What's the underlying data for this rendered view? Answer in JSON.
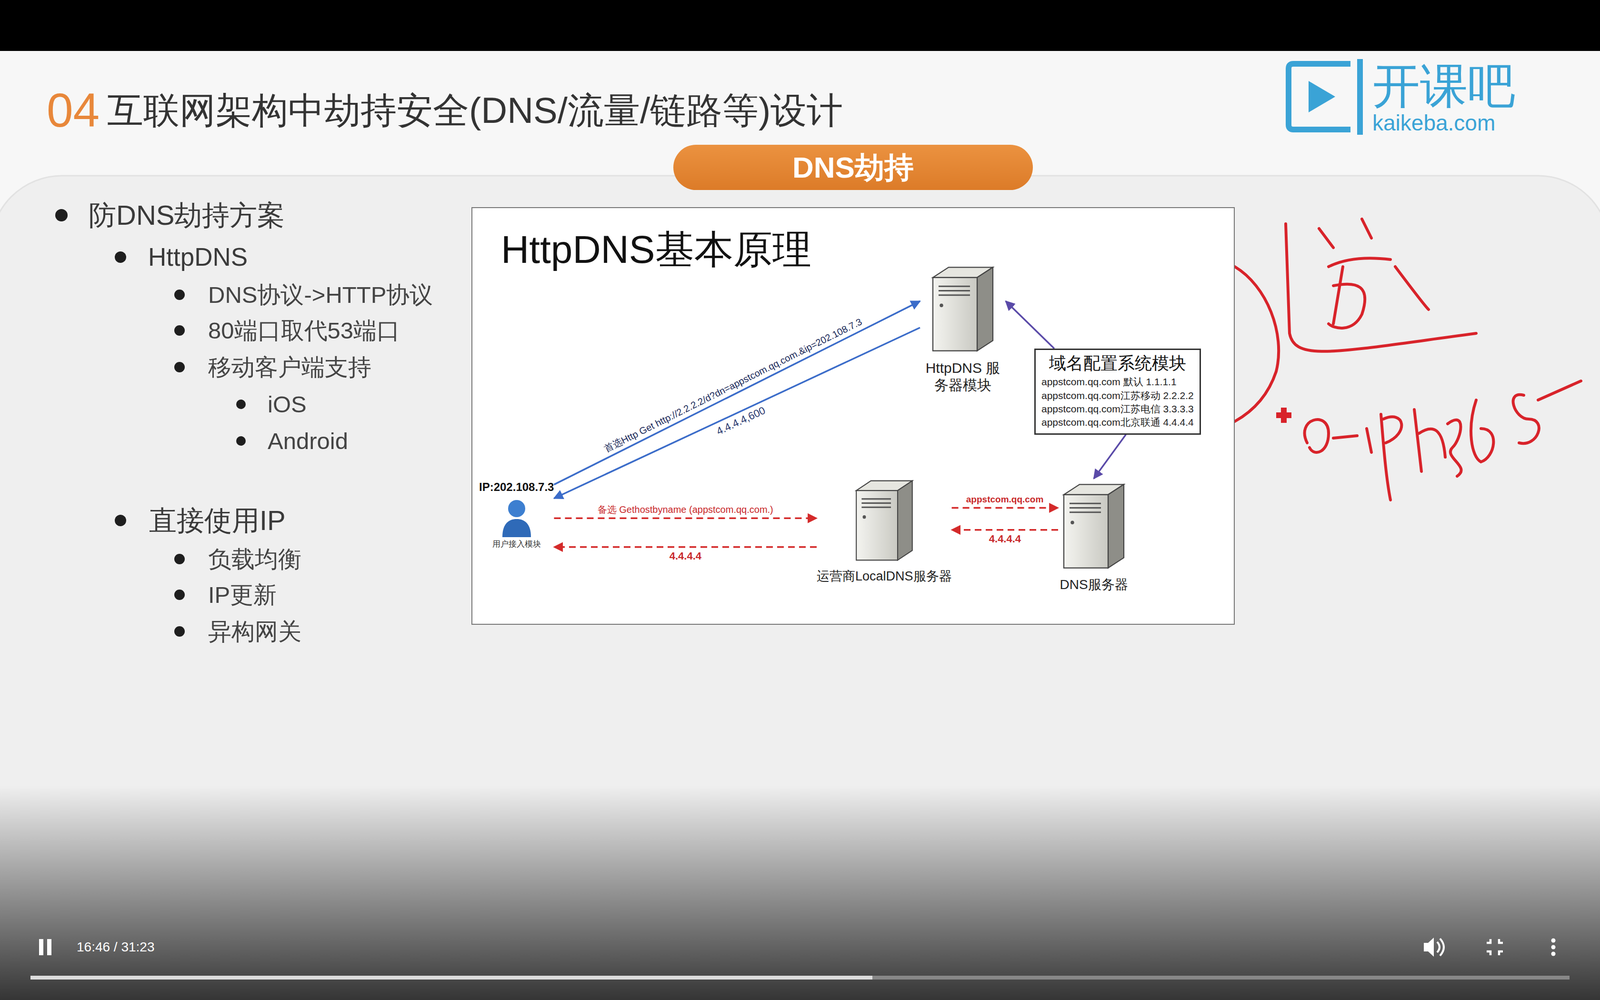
{
  "diagram": {
    "title": "互联网架构中劫持安全(DNS/流量/链路等)设计",
    "nodes": [
      {
        "text": [
          "DNS劫持"
        ]
      },
      {
        "text": [
          "HttpDNS基本原理"
        ]
      },
      {
        "text": [
          "HttpDNS 服务器模块"
        ],
        "in": 1
      },
      {
        "text": [
          "域名配置系统模块",
          "appstcom.qq.com 默认 1.1.1.1",
          "appstcom.qq.com江苏移动 2.2.2.2",
          "appstcom.qq.com江苏电信 3.3.3.3",
          "appstcom.qq.com北京联通 4.4.4.4"
        ],
        "in": 1
      },
      {
        "text": [
          "IP:202.108.7.3",
          "用户接入模块"
        ],
        "in": 1
      },
      {
        "text": [
          "运营商LocalDNS服务器"
        ],
        "in": 1
      },
      {
        "text": [
          "DNS服务器"
        ],
        "in": 1
      }
    ],
    "edges": [
      {
        "from": 4,
        "to": 2,
        "label": "首选Http Get http://2.2.2.2/d?dn=appstcom.qq.com.&ip=202.108.7.3",
        "arrow": "to"
      },
      {
        "from": 2,
        "to": 4,
        "label": "4.4.4.4,600",
        "arrow": "to"
      },
      {
        "from": 4,
        "to": 5,
        "label": "备选 Gethostbyname (appstcom.qq.com.)",
        "arrow": "to"
      },
      {
        "from": 5,
        "to": 4,
        "label": "4.4.4.4",
        "arrow": "to"
      },
      {
        "from": 5,
        "to": 6,
        "label": "appstcom.qq.com",
        "arrow": "to"
      },
      {
        "from": 6,
        "to": 5,
        "label": "4.4.4.4",
        "arrow": "to"
      },
      {
        "from": 3,
        "to": 2,
        "arrow": "to"
      },
      {
        "from": 3,
        "to": 6,
        "arrow": "to"
      }
    ],
    "labels": [
      "04",
      "开课吧",
      "kaikeba.com",
      "防DNS劫持方案",
      "HttpDNS",
      "DNS协议->HTTP协议",
      "80端口取代53端口",
      "移动客户端支持",
      "iOS",
      "Android",
      "直接使用IP",
      "负载均衡",
      "IP更新",
      "异构网关",
      "16:46 / 31:23"
    ]
  }
}
